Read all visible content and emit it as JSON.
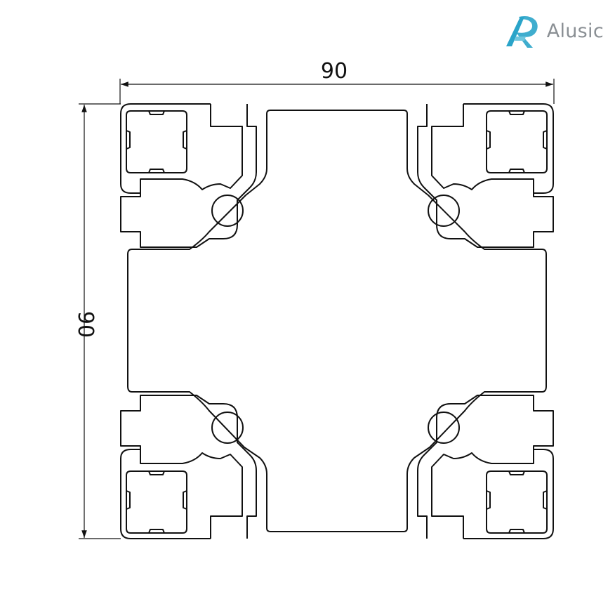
{
  "brand": {
    "name": "Alusic",
    "logo_icon": "alusic-a-logo-icon",
    "logo_color": "#2aa4c9"
  },
  "dimensions": {
    "width_label": "90",
    "height_label": "90"
  },
  "colors": {
    "outline": "#111111",
    "background": "#ffffff"
  }
}
